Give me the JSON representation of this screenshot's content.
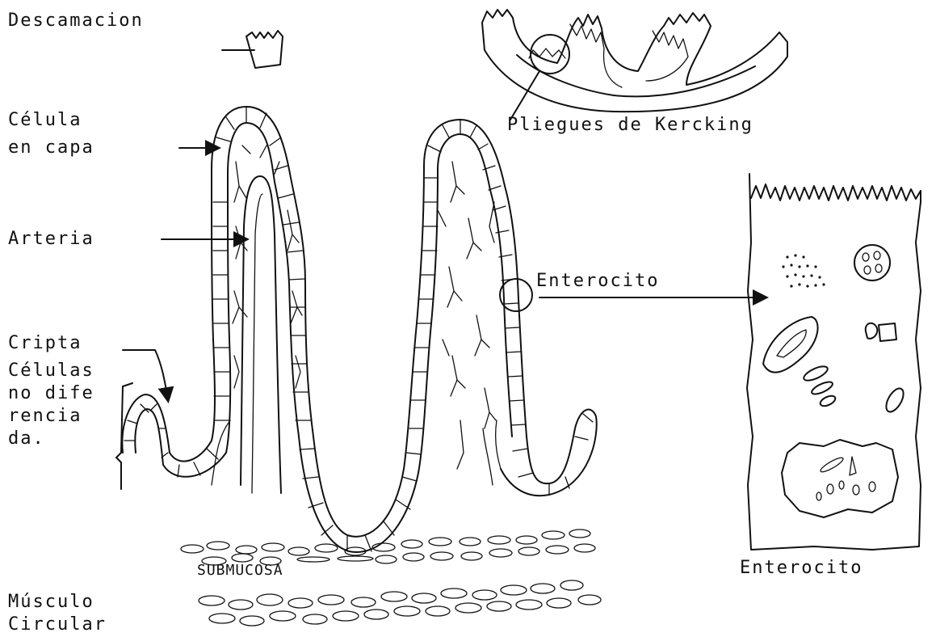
{
  "labels": {
    "descamacion": "Descamacion",
    "celula_line1": "Célula",
    "celula_line2": "en capa",
    "arteria": "Arteria",
    "cripta": "Cripta",
    "celulas_line1": "Células",
    "celulas_line2": "no dife",
    "celulas_line3": "rencia",
    "celulas_line4": "da.",
    "pliegues": "Pliegues de Kercking",
    "enterocito_pointer": "Enterocito",
    "enterocito_caption": "Enterocito",
    "submucosa": "SUBMUCOSA",
    "musculo_line1": "Músculo",
    "musculo_line2": "Circular"
  },
  "colors": {
    "ink": "#111111",
    "paper": "#ffffff"
  }
}
